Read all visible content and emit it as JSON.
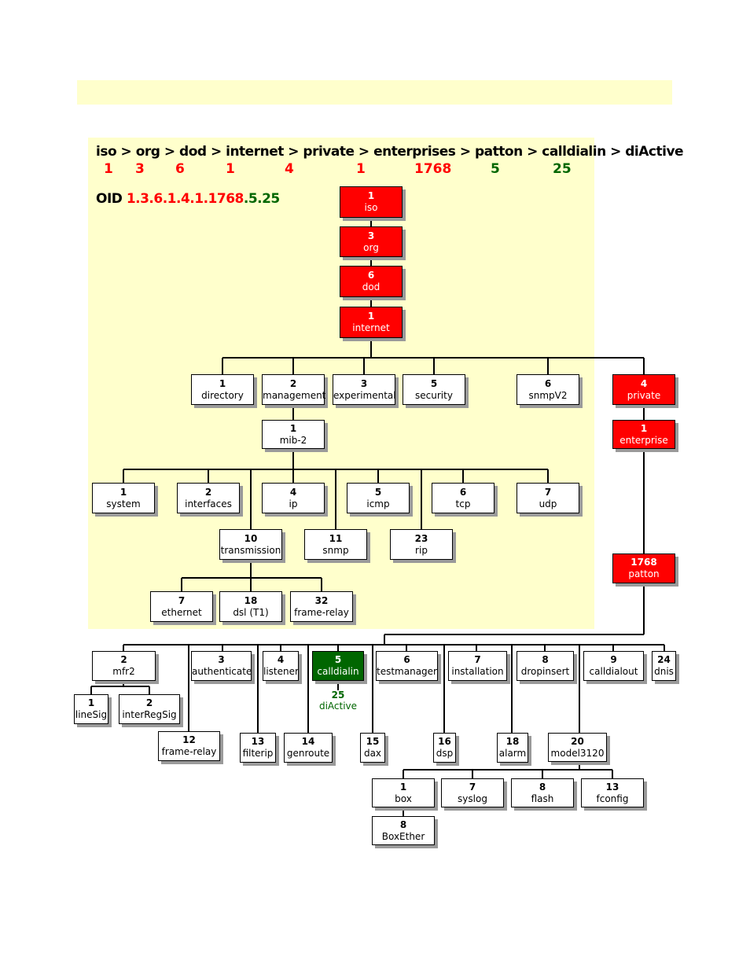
{
  "path": {
    "text": "iso > org > dod > internet > private > enterprises > patton > calldialin > diActive",
    "numbers": [
      "1",
      "3",
      "6",
      "1",
      "4",
      "1",
      "1768",
      "5",
      "25"
    ]
  },
  "oid": {
    "label": "OID",
    "parts": [
      {
        "t": "1.3.6.1.4.1.1768",
        "color": "#ff0000"
      },
      {
        "t": ".5.25",
        "color": "#006600"
      }
    ]
  },
  "colors": {
    "highlight": "#ff0000",
    "leaf": "#006600",
    "panel": "#ffffcc"
  },
  "nodes": {
    "iso": {
      "n": "1",
      "label": "iso"
    },
    "org": {
      "n": "3",
      "label": "org"
    },
    "dod": {
      "n": "6",
      "label": "dod"
    },
    "internet": {
      "n": "1",
      "label": "internet"
    },
    "directory": {
      "n": "1",
      "label": "directory"
    },
    "management": {
      "n": "2",
      "label": "management"
    },
    "experimental": {
      "n": "3",
      "label": "experimental"
    },
    "security": {
      "n": "5",
      "label": "security"
    },
    "snmpv2": {
      "n": "6",
      "label": "snmpV2"
    },
    "private": {
      "n": "4",
      "label": "private"
    },
    "enterprise": {
      "n": "1",
      "label": "enterprise"
    },
    "mib2": {
      "n": "1",
      "label": "mib-2"
    },
    "system": {
      "n": "1",
      "label": "system"
    },
    "interfaces": {
      "n": "2",
      "label": "interfaces"
    },
    "ip": {
      "n": "4",
      "label": "ip"
    },
    "icmp": {
      "n": "5",
      "label": "icmp"
    },
    "tcp": {
      "n": "6",
      "label": "tcp"
    },
    "udp": {
      "n": "7",
      "label": "udp"
    },
    "transmission": {
      "n": "10",
      "label": "transmission"
    },
    "snmp": {
      "n": "11",
      "label": "snmp"
    },
    "rip": {
      "n": "23",
      "label": "rip"
    },
    "ethernet": {
      "n": "7",
      "label": "ethernet"
    },
    "dslt1": {
      "n": "18",
      "label": "dsl (T1)"
    },
    "framerelay": {
      "n": "32",
      "label": "frame-relay"
    },
    "patton": {
      "n": "1768",
      "label": "patton"
    },
    "mfr2": {
      "n": "2",
      "label": "mfr2"
    },
    "authenticate": {
      "n": "3",
      "label": "authenticate"
    },
    "listener": {
      "n": "4",
      "label": "listener"
    },
    "calldialin": {
      "n": "5",
      "label": "calldialin"
    },
    "testmanager": {
      "n": "6",
      "label": "testmanager"
    },
    "installation": {
      "n": "7",
      "label": "installation"
    },
    "dropinsert": {
      "n": "8",
      "label": "dropinsert"
    },
    "calldialout": {
      "n": "9",
      "label": "calldialout"
    },
    "dnis": {
      "n": "24",
      "label": "dnis"
    },
    "diactive": {
      "n": "25",
      "label": "diActive"
    },
    "linesig": {
      "n": "1",
      "label": "lineSig"
    },
    "interregsig": {
      "n": "2",
      "label": "interRegSig"
    },
    "pframerelay": {
      "n": "12",
      "label": "frame-relay"
    },
    "filterip": {
      "n": "13",
      "label": "filterip"
    },
    "genroute": {
      "n": "14",
      "label": "genroute"
    },
    "dax": {
      "n": "15",
      "label": "dax"
    },
    "dsp": {
      "n": "16",
      "label": "dsp"
    },
    "alarm": {
      "n": "18",
      "label": "alarm"
    },
    "model3120": {
      "n": "20",
      "label": "model3120"
    },
    "box": {
      "n": "1",
      "label": "box"
    },
    "syslog": {
      "n": "7",
      "label": "syslog"
    },
    "flash": {
      "n": "8",
      "label": "flash"
    },
    "fconfig": {
      "n": "13",
      "label": "fconfig"
    },
    "boxether": {
      "n": "8",
      "label": "BoxEther"
    }
  }
}
